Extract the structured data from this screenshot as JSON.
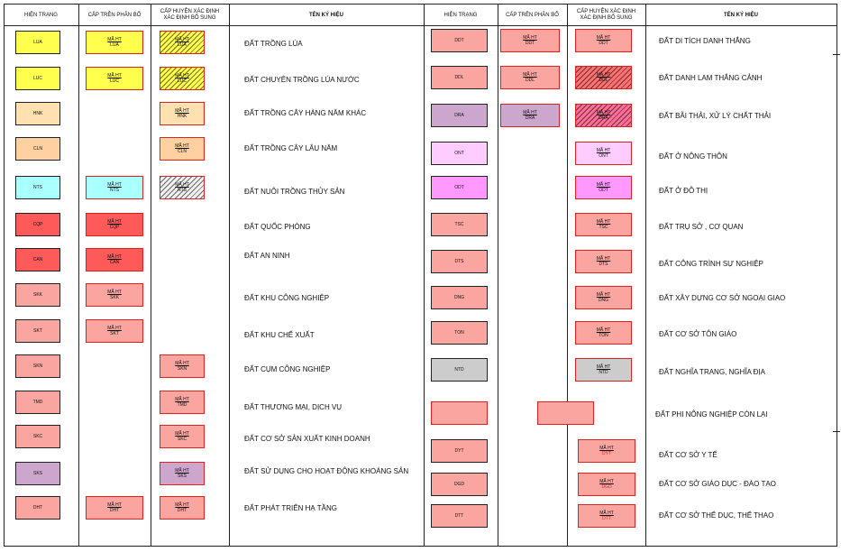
{
  "headers": {
    "hien_trang": "HIỆN TRẠNG",
    "cap_tren": "CẤP TRÊN PHÂN BỔ",
    "cap_huyen": "CẤP HUYỆN XÁC ĐỊNH XÁC ĐỊNH BỔ SUNG",
    "ten_ky_hieu": "TÊN KÝ HIỆU"
  },
  "code_label": "MÃ HT",
  "colors": {
    "LUA": "#ffff4d",
    "LUC": "#ffff4d",
    "HNK": "#ffe0b0",
    "CLN": "#ffd0a0",
    "NTS": "#aaffff",
    "CQP": "#ff5a5a",
    "CAN": "#ff5a5a",
    "SALMON": "#fba5a0",
    "SKS": "#cca6cc",
    "DRA": "#cca6cc",
    "ONT": "#ffccff",
    "ODT": "#ff99ff",
    "NTD": "#cccccc",
    "HATCH_RED": "#ff7070",
    "HATCH_PINK": "#ff6e96"
  },
  "left_rows": [
    {
      "code": "LUA",
      "name": "ĐẤT TRỒNG LÚA",
      "upper": true,
      "district": "hatch"
    },
    {
      "code": "LUC",
      "name": "ĐẤT CHUYÊN TRỒNG LÚA NƯỚC",
      "upper": true,
      "district": "hatch"
    },
    {
      "code": "HNK",
      "name": "ĐẤT TRỒNG CÂY HÀNG NĂM KHÁC",
      "upper": false,
      "district": "solid"
    },
    {
      "code": "CLN",
      "name": "ĐẤT TRỒNG CÂY LÂU NĂM",
      "upper": false,
      "district": "solid"
    },
    {
      "code": "NTS",
      "name": "ĐẤT NUÔI TRỒNG THỦY SẢN",
      "upper": true,
      "district": "hatch"
    },
    {
      "code": "CQP",
      "name": "ĐẤT QUỐC PHÒNG",
      "upper": true,
      "district": "none"
    },
    {
      "code": "CAN",
      "name": "ĐẤT AN NINH",
      "upper": true,
      "district": "none"
    },
    {
      "code": "SKK",
      "name": "ĐẤT KHU CÔNG NGHIỆP",
      "upper": true,
      "district": "none"
    },
    {
      "code": "SKT",
      "name": "ĐẤT KHU CHẾ XUẤT",
      "upper": true,
      "district": "none"
    },
    {
      "code": "SKN",
      "name": "ĐẤT CỤM CÔNG NGHIỆP",
      "upper": false,
      "district": "solid"
    },
    {
      "code": "TMD",
      "name": "ĐẤT THƯƠNG MẠI, DỊCH VỤ",
      "upper": false,
      "district": "solid"
    },
    {
      "code": "SKC",
      "name": "ĐẤT CƠ SỞ SẢN XUẤT KINH DOANH",
      "upper": false,
      "district": "solid"
    },
    {
      "code": "SKS",
      "name": "ĐẤT SỬ DỤNG CHO HOẠT ĐỘNG KHOÁNG SẢN",
      "upper": false,
      "district": "solid"
    },
    {
      "code": "DHT",
      "name": "ĐẤT PHÁT TRIỂN HẠ TẦNG",
      "upper": true,
      "district": "solid"
    }
  ],
  "right_rows": [
    {
      "code": "DDT",
      "name": "ĐẤT DI TÍCH DANH THẮNG",
      "upper": true,
      "district": "solid"
    },
    {
      "code": "DDL",
      "name": "ĐẤT DANH LAM THẮNG CẢNH",
      "upper": true,
      "district": "hatch"
    },
    {
      "code": "DRA",
      "name": "ĐẤT BÃI THẢI, XỬ LÝ CHẤT THẢI",
      "upper": true,
      "district": "hatch"
    },
    {
      "code": "ONT",
      "name": "ĐẤT Ở NÔNG THÔN",
      "upper": false,
      "district": "solid"
    },
    {
      "code": "ODT",
      "name": "ĐẤT Ở ĐÔ THỊ",
      "upper": false,
      "district": "solid"
    },
    {
      "code": "TSC",
      "name": "ĐẤT TRỤ SỞ , CƠ QUAN",
      "upper": false,
      "district": "solid"
    },
    {
      "code": "DTS",
      "name": "ĐẤT CÔNG TRÌNH SỰ NGHIỆP",
      "upper": false,
      "district": "solid"
    },
    {
      "code": "DNG",
      "name": "ĐẤT XÂY DỰNG CƠ SỞ NGOẠI GIAO",
      "upper": false,
      "district": "solid"
    },
    {
      "code": "TON",
      "name": "ĐẤT CƠ SỞ TÔN GIÁO",
      "upper": false,
      "district": "solid"
    },
    {
      "code": "NTD",
      "name": "ĐẤT NGHĨA TRANG, NGHĨA ĐỊA",
      "upper": false,
      "district": "solid"
    },
    {
      "code": "",
      "name": "ĐẤT PHI NÔNG NGHIỆP CÒN LẠI",
      "upper": "plain",
      "district": "none"
    },
    {
      "code": "DYT",
      "name": "ĐẤT CƠ SỞ Y TẾ",
      "upper": false,
      "district": "solid_red"
    },
    {
      "code": "DGD",
      "name": "ĐẤT CƠ SỞ GIÁO DỤC - ĐÀO TẠO",
      "upper": false,
      "district": "solid_red"
    },
    {
      "code": "DTT",
      "name": "ĐẤT CƠ SỞ THỂ DỤC, THỂ THAO",
      "upper": false,
      "district": "solid_red"
    }
  ]
}
